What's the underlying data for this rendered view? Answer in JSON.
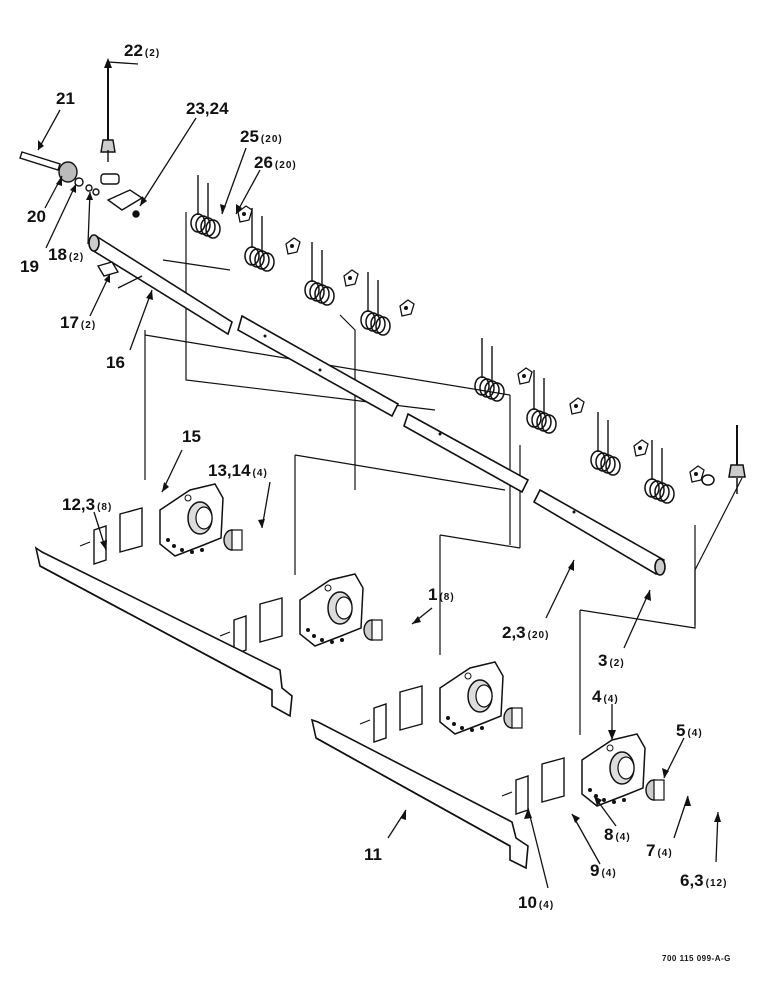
{
  "drawing_number": "700 115 099-A-G",
  "callouts": [
    {
      "id": "c22",
      "num": "22",
      "qty": "(2)"
    },
    {
      "id": "c21",
      "num": "21",
      "qty": ""
    },
    {
      "id": "c2324",
      "num": "23,24",
      "qty": ""
    },
    {
      "id": "c25",
      "num": "25",
      "qty": "(20)"
    },
    {
      "id": "c26",
      "num": "26",
      "qty": "(20)"
    },
    {
      "id": "c20",
      "num": "20",
      "qty": ""
    },
    {
      "id": "c19",
      "num": "19",
      "qty": ""
    },
    {
      "id": "c18",
      "num": "18",
      "qty": "(2)"
    },
    {
      "id": "c17",
      "num": "17",
      "qty": "(2)"
    },
    {
      "id": "c16",
      "num": "16",
      "qty": ""
    },
    {
      "id": "c15",
      "num": "15",
      "qty": ""
    },
    {
      "id": "c1314",
      "num": "13,14",
      "qty": "(4)"
    },
    {
      "id": "c123",
      "num": "12,3",
      "qty": "(8)"
    },
    {
      "id": "c1",
      "num": "1",
      "qty": "(8)"
    },
    {
      "id": "c23b",
      "num": "2,3",
      "qty": "(20)"
    },
    {
      "id": "c3",
      "num": "3",
      "qty": "(2)"
    },
    {
      "id": "c4",
      "num": "4",
      "qty": "(4)"
    },
    {
      "id": "c5",
      "num": "5",
      "qty": "(4)"
    },
    {
      "id": "c11",
      "num": "11",
      "qty": ""
    },
    {
      "id": "c8",
      "num": "8",
      "qty": "(4)"
    },
    {
      "id": "c7",
      "num": "7",
      "qty": "(4)"
    },
    {
      "id": "c9",
      "num": "9",
      "qty": "(4)"
    },
    {
      "id": "c63",
      "num": "6,3",
      "qty": "(12)"
    },
    {
      "id": "c10",
      "num": "10",
      "qty": "(4)"
    }
  ]
}
